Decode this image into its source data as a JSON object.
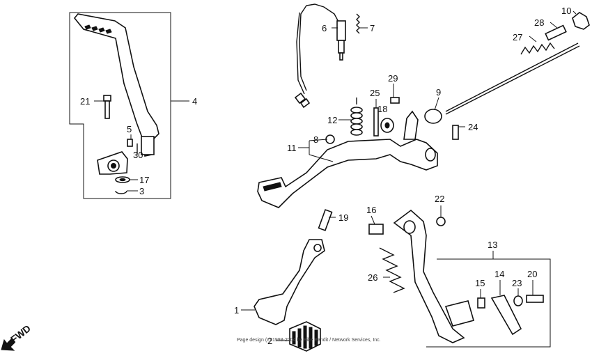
{
  "callouts": {
    "c1": "1",
    "c2": "2",
    "c3": "3",
    "c4": "4",
    "c5": "5",
    "c6": "6",
    "c7": "7",
    "c8": "8",
    "c9": "9",
    "c10": "10",
    "c11": "11",
    "c12": "12",
    "c13": "13",
    "c14": "14",
    "c15": "15",
    "c16": "16",
    "c17": "17",
    "c18": "18",
    "c19": "19",
    "c20": "20",
    "c21": "21",
    "c22": "22",
    "c23": "23",
    "c24": "24",
    "c25": "25",
    "c26": "26",
    "c27": "27",
    "c28": "28",
    "c29": "29",
    "c30": "30"
  },
  "direction_label": "FWD",
  "copyright": "Page design (c) 1998-2004 by Bike Bandit / Network Services, Inc."
}
